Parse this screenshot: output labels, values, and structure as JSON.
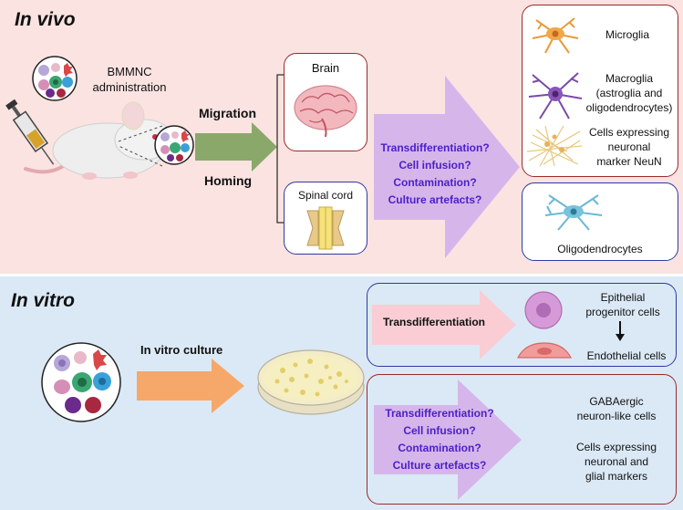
{
  "in_vivo": {
    "title": "In vivo",
    "administration_label_1": "BMMNC",
    "administration_label_2": "administration",
    "migration": "Migration",
    "homing": "Homing",
    "brain": "Brain",
    "spinal_cord": "Spinal cord",
    "questions": [
      "Transdifferentiation?",
      "Cell infusion?",
      "Contamination?",
      "Culture artefacts?"
    ],
    "outcomes_red": [
      {
        "lines": [
          "Microglia"
        ]
      },
      {
        "lines": [
          "Macroglia",
          "(astroglia and",
          "oligodendrocytes)"
        ]
      },
      {
        "lines": [
          "Cells expressing",
          "neuronal",
          "marker NeuN"
        ]
      }
    ],
    "outcome_blue": "Oligodendrocytes"
  },
  "in_vitro": {
    "title": "In vitro",
    "culture": "In vitro culture",
    "transdifferentiation": "Transdifferentiation",
    "epithelial_1": "Epithelial",
    "epithelial_2": "progenitor cells",
    "endothelial": "Endothelial cells",
    "questions": [
      "Transdifferentiation?",
      "Cell infusion?",
      "Contamination?",
      "Culture artefacts?"
    ],
    "gaba_1": "GABAergic",
    "gaba_2": "neuron-like cells",
    "markers": [
      "Cells expressing",
      "neuronal and",
      "glial markers"
    ]
  },
  "colors": {
    "top_bg": "#fae3e1",
    "bottom_bg": "#dbe9f6",
    "question_text": "#4b1fc7",
    "green_arrow": "#8aa86a",
    "purple_arrow": "#d6b6ea",
    "orange_arrow": "#f5a86a",
    "pink_arrow": "#f9cdd3"
  }
}
